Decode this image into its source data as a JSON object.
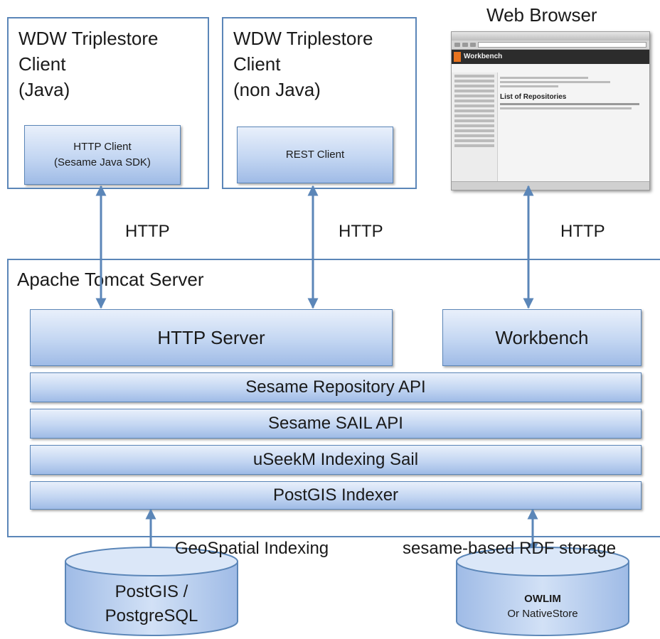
{
  "clients": {
    "java": {
      "title": "WDW Triplestore\nClient\n (Java)",
      "inner": "HTTP Client\n(Sesame Java SDK)"
    },
    "non_java": {
      "title": "WDW Triplestore\nClient\n(non Java)",
      "inner": "REST Client"
    },
    "browser": {
      "title": "Web Browser",
      "heading": "List of Repositories",
      "brand": "Workbench"
    }
  },
  "connections": {
    "http_label": "HTTP"
  },
  "server": {
    "title": "Apache Tomcat Server",
    "http_server": "HTTP Server",
    "workbench": "Workbench",
    "layers": [
      "Sesame Repository API",
      "Sesame SAIL API",
      "uSeekM Indexing Sail",
      "PostGIS Indexer"
    ]
  },
  "storage": {
    "left_caption": "GeoSpatial Indexing",
    "right_caption": "sesame-based RDF storage",
    "postgis_label": "PostGIS /\nPostgreSQL",
    "owlim_title": "OWLIM",
    "owlim_sub": "Or NativeStore"
  },
  "colors": {
    "line": "#5b86b8",
    "box_top": "#e9f0fb",
    "box_bottom": "#9fbbe6"
  }
}
